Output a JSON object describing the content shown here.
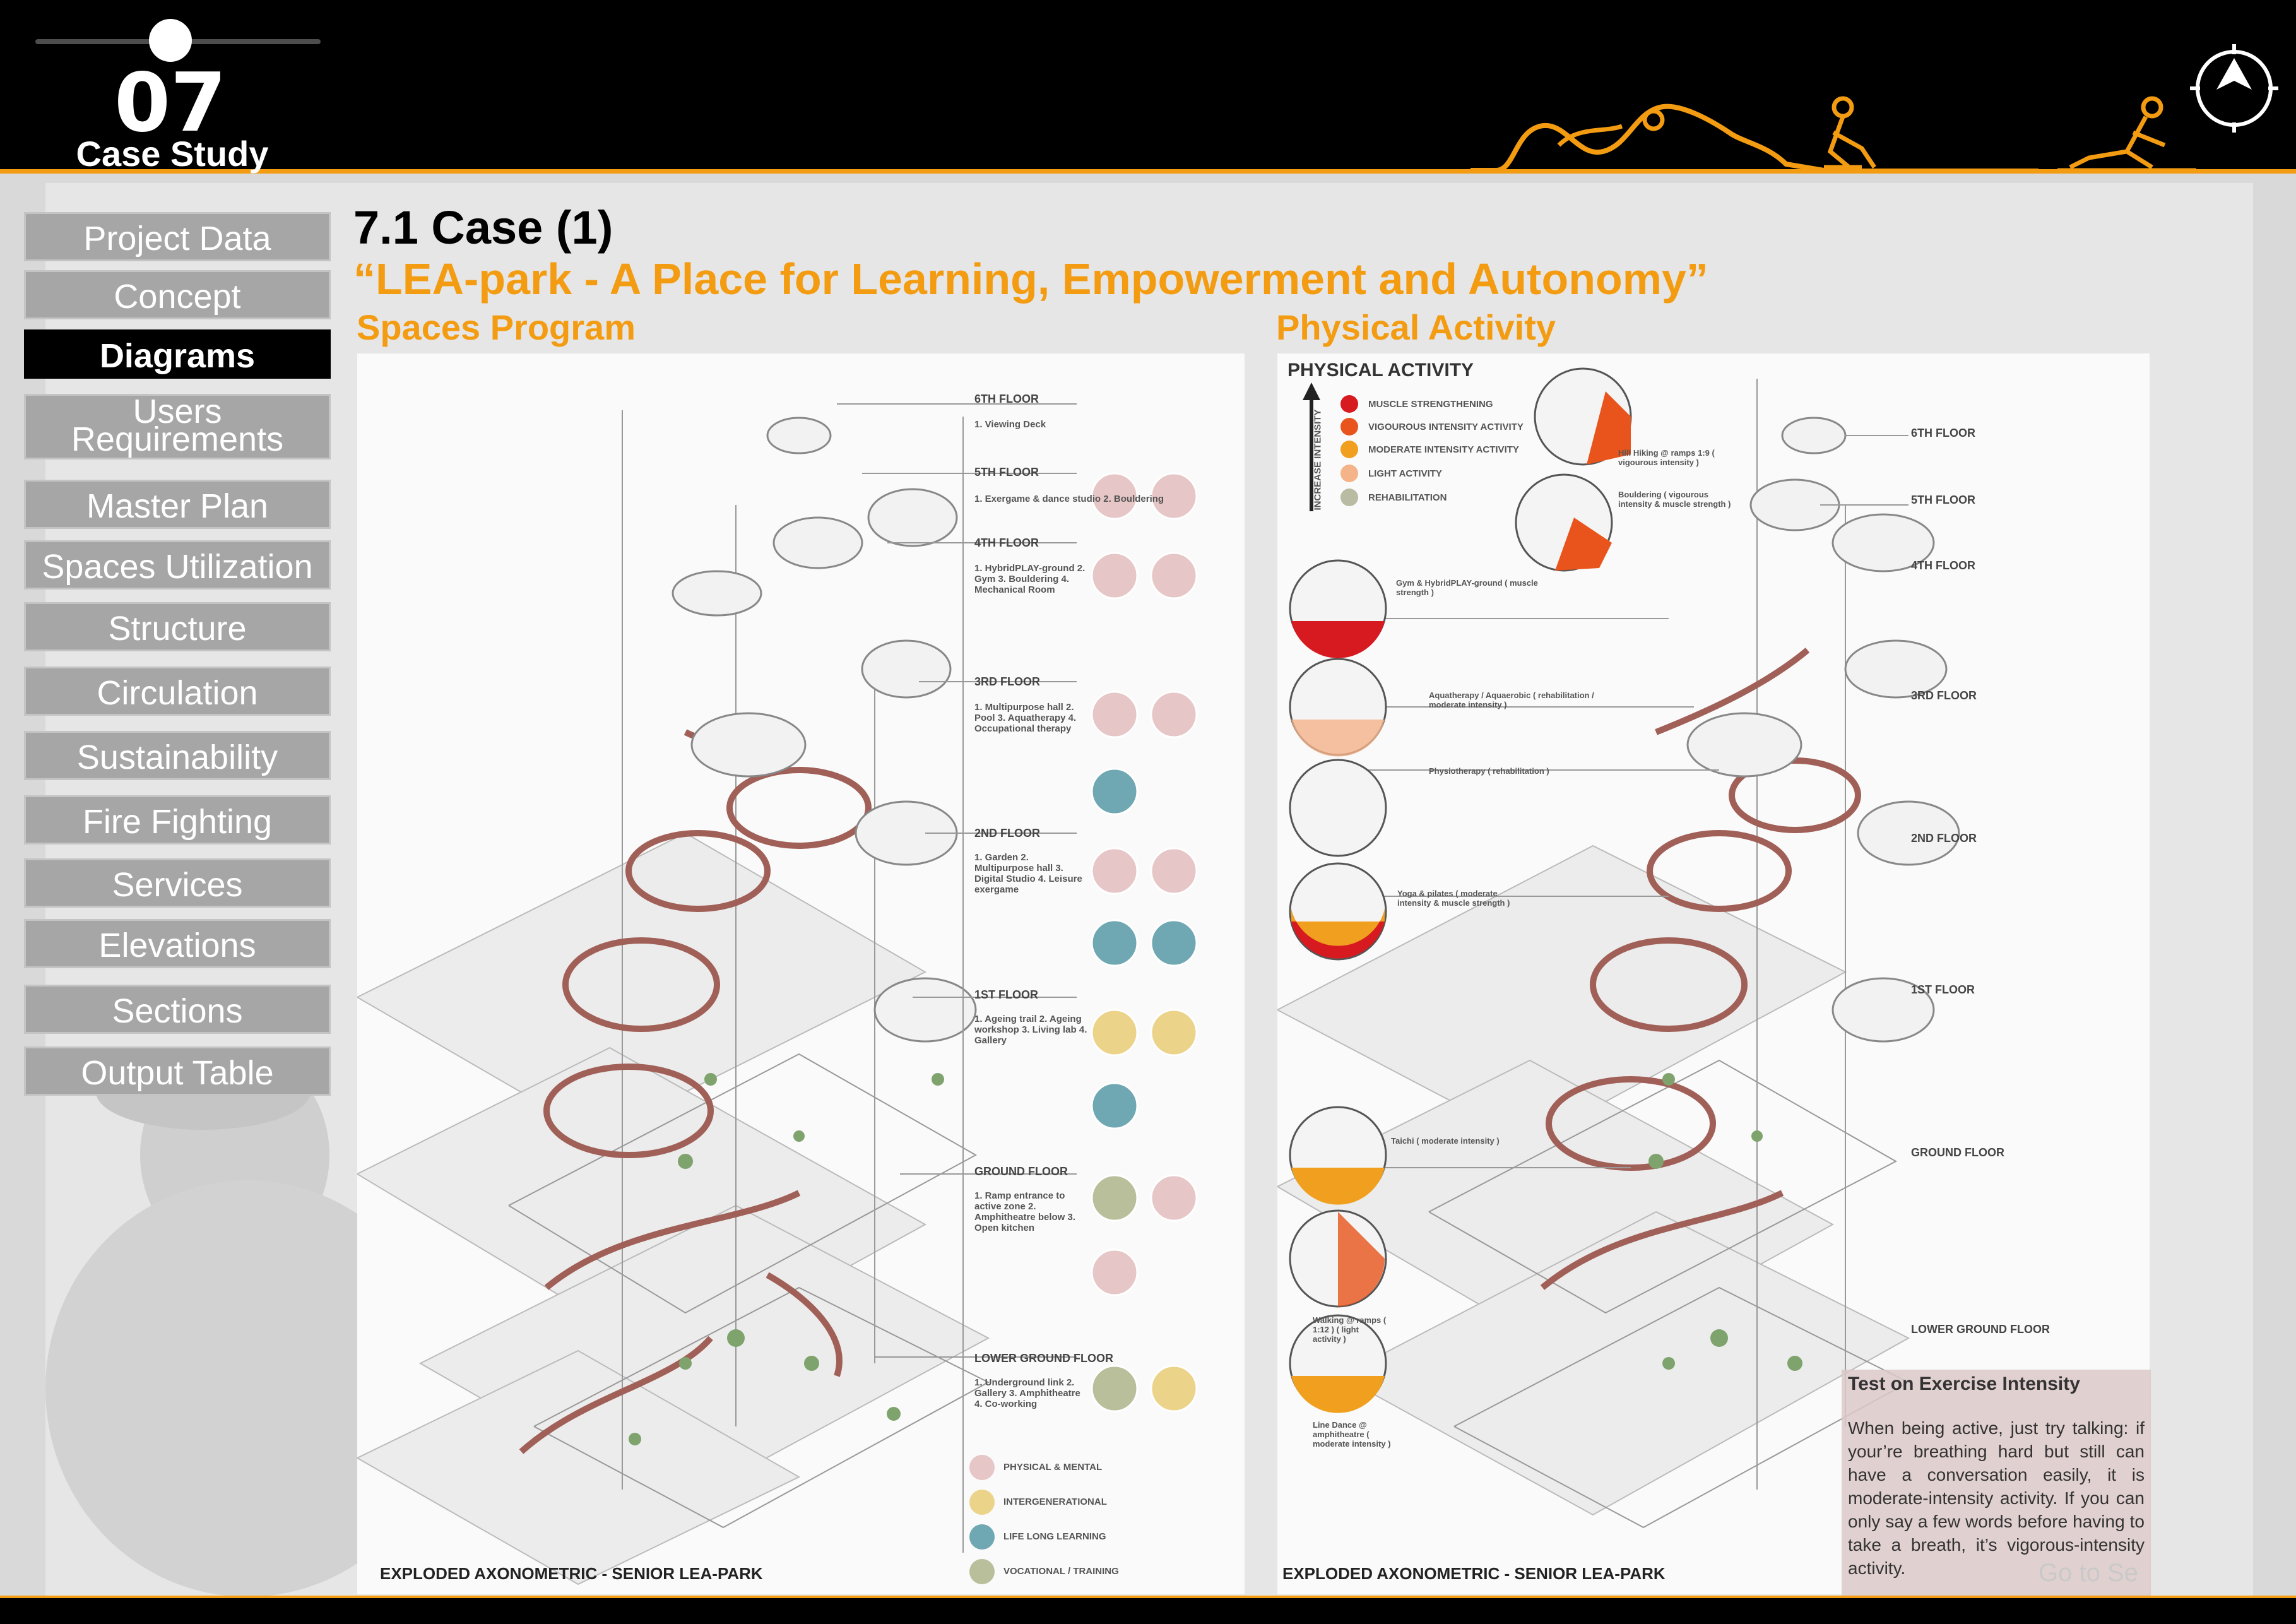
{
  "header": {
    "section_number": "07",
    "section_title": "Case Study"
  },
  "nav": {
    "items": [
      {
        "label": "Project Data"
      },
      {
        "label": "Concept"
      },
      {
        "label": "Diagrams",
        "active": true
      },
      {
        "label": "Users Requirements"
      },
      {
        "label": "Master Plan"
      },
      {
        "label": "Spaces Utilization"
      },
      {
        "label": "Structure"
      },
      {
        "label": "Circulation"
      },
      {
        "label": "Sustainability"
      },
      {
        "label": "Fire Fighting"
      },
      {
        "label": "Services"
      },
      {
        "label": "Elevations"
      },
      {
        "label": "Sections"
      },
      {
        "label": "Output Table"
      }
    ]
  },
  "main": {
    "title": "7.1 Case (1)",
    "subtitle": "“LEA-park - A Place for Learning, Empowerment and Autonomy”",
    "left_panel": {
      "heading": "Spaces Program",
      "caption": "EXPLODED AXONOMETRIC - SENIOR LEA-PARK",
      "floors": [
        {
          "label": "6TH FLOOR",
          "items": "1. Viewing Deck"
        },
        {
          "label": "5TH FLOOR",
          "items": "1. Exergame & dance studio  2. Bouldering"
        },
        {
          "label": "4TH FLOOR",
          "items": "1. HybridPLAY-ground  2. Gym  3. Bouldering  4. Mechanical Room"
        },
        {
          "label": "3RD FLOOR",
          "items": "1. Multipurpose hall  2. Pool  3. Aquatherapy  4. Occupational therapy"
        },
        {
          "label": "2ND FLOOR",
          "items": "1. Garden  2. Multipurpose hall  3. Digital Studio  4. Leisure exergame"
        },
        {
          "label": "1ST FLOOR",
          "items": "1. Ageing trail  2. Ageing workshop  3. Living lab  4. Gallery"
        },
        {
          "label": "GROUND FLOOR",
          "items": "1. Ramp entrance to active zone  2. Amphitheatre below  3. Open kitchen"
        },
        {
          "label": "LOWER GROUND FLOOR",
          "items": "1. Underground link  2. Gallery  3. Amphitheatre  4. Co-working"
        }
      ],
      "legend": [
        {
          "label": "PHYSICAL & MENTAL",
          "color": "#e6c6c6"
        },
        {
          "label": "INTERGENERATIONAL",
          "color": "#ecd38a"
        },
        {
          "label": "LIFE LONG LEARNING",
          "color": "#6fa8b2"
        },
        {
          "label": "VOCATIONAL / TRAINING",
          "color": "#b9bf9a"
        }
      ]
    },
    "right_panel": {
      "heading": "Physical Activity",
      "diagram_title": "PHYSICAL ACTIVITY",
      "axis_label": "INCREASE INTENSITY",
      "caption": "EXPLODED AXONOMETRIC - SENIOR LEA-PARK",
      "legend": [
        {
          "label": "MUSCLE STRENGTHENING",
          "color": "#d71920"
        },
        {
          "label": "VIGOUROUS INTENSITY ACTIVITY",
          "color": "#e8541c"
        },
        {
          "label": "MODERATE INTENSITY ACTIVITY",
          "color": "#f0a01e"
        },
        {
          "label": "LIGHT ACTIVITY",
          "color": "#f5b38a"
        },
        {
          "label": "REHABILITATION",
          "color": "#b9bba2"
        }
      ],
      "floors": [
        "6TH FLOOR",
        "5TH FLOOR",
        "4TH FLOOR",
        "3RD FLOOR",
        "2ND FLOOR",
        "1ST FLOOR",
        "GROUND FLOOR",
        "LOWER GROUND FLOOR"
      ],
      "activities": [
        {
          "label": "Hill Hiking @ ramps 1:9 ( vigourous intensity )"
        },
        {
          "label": "Bouldering ( vigourous intensity & muscle strength )"
        },
        {
          "label": "Gym & HybridPLAY-ground ( muscle strength )"
        },
        {
          "label": "Aquatherapy / Aquaerobic ( rehabilitation / moderate intensity )"
        },
        {
          "label": "Physiotherapy ( rehabilitation )"
        },
        {
          "label": "Yoga & pilates ( moderate intensity & muscle strength )"
        },
        {
          "label": "Taichi ( moderate intensity )"
        },
        {
          "label": "Walking @ ramps ( 1:12 ) ( light activity )"
        },
        {
          "label": "Line Dance @ amphitheatre ( moderate intensity )"
        }
      ],
      "note": {
        "title": "Test on Exercise Intensity",
        "body": "When being active, just try talking: if your’re breathing hard but still can have a conversation easily, it is moderate-intensity activity. If you can only say a few words before having to take a breath, it’s vigorous-intensity activity."
      }
    }
  },
  "watermark": "Go to Se",
  "colors": {
    "accent": "#f39c12",
    "header_bg": "#000000",
    "nav_bg": "#a6a6a6",
    "nav_active_bg": "#000000"
  }
}
